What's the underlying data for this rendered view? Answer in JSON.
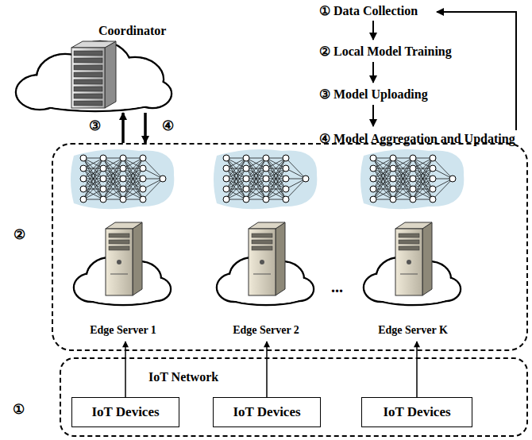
{
  "diagram": {
    "nodes": [
      {
        "text": [
          "Coordinator"
        ]
      },
      {
        "text": [
          "②"
        ]
      },
      {
        "text": [
          "Edge Server 1"
        ],
        "in": 1
      },
      {
        "text": [
          "Edge Server 2"
        ],
        "in": 1
      },
      {
        "text": [
          "Edge Server K"
        ],
        "in": 1
      },
      {
        "text": [
          "IoT Network"
        ]
      },
      {
        "text": [
          "IoT Devices"
        ],
        "in": 5
      },
      {
        "text": [
          "IoT Devices"
        ],
        "in": 5
      },
      {
        "text": [
          "IoT Devices"
        ],
        "in": 5
      }
    ],
    "edges": [
      {
        "from": 1,
        "to": 0,
        "arrow": "to",
        "label": "③"
      },
      {
        "from": 0,
        "to": 1,
        "arrow": "to",
        "label": "④"
      },
      {
        "from": 6,
        "to": 2,
        "arrow": "to"
      },
      {
        "from": 7,
        "to": 3,
        "arrow": "to"
      },
      {
        "from": 8,
        "to": 4,
        "arrow": "to"
      }
    ],
    "labels": [
      "① Data Collection",
      "② Local Model Training",
      "③ Model Uploading",
      "④ Model Aggregation and Updating",
      "①",
      "..."
    ]
  }
}
